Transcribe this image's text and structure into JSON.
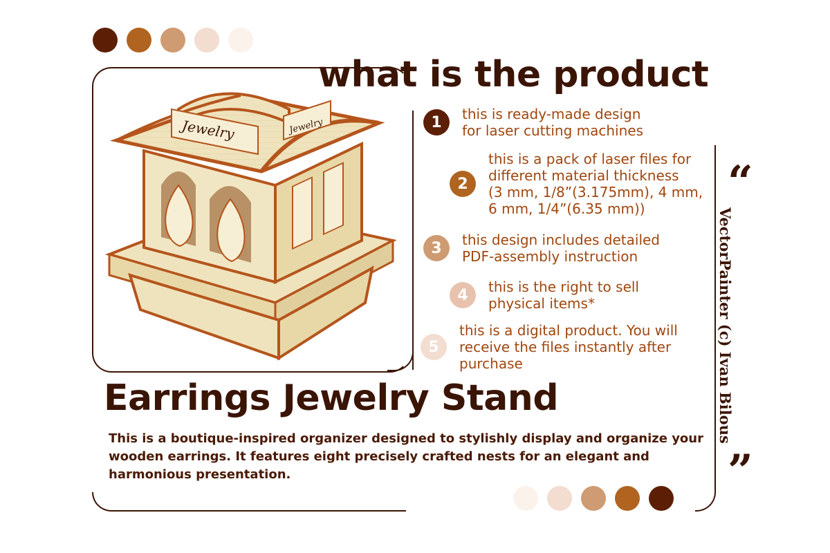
{
  "palette_top": [
    "#5c1f06",
    "#b0641f",
    "#cf9b72",
    "#f2ddd0",
    "#fbf2ec"
  ],
  "palette_bottom": [
    "#fbf2ec",
    "#f2ddd0",
    "#cf9b72",
    "#b0641f",
    "#5c1f06"
  ],
  "heading": "what is the product",
  "product": {
    "image_label": "Jewelry",
    "image_label_side": "Jewelry"
  },
  "features": [
    {
      "num": "1",
      "color": "#5c1f06",
      "text": "this is ready-made design\nfor laser cutting machines"
    },
    {
      "num": "2",
      "color": "#b0641f",
      "text": "this is a pack of laser files for\ndifferent material thickness\n(3 mm, 1/8”(3.175mm), 4 mm,\n6 mm, 1/4”(6.35 mm))"
    },
    {
      "num": "3",
      "color": "#cf9b72",
      "text": "this design includes detailed\nPDF-assembly instruction"
    },
    {
      "num": "4",
      "color": "#e8c2ad",
      "text": "this is the right to sell\nphysical items*"
    },
    {
      "num": "5",
      "color": "#f2ddd0",
      "text": "this is a digital product. You will\nreceive the files instantly after\npurchase"
    }
  ],
  "product_title": "Earrings Jewelry Stand",
  "description": "This is a boutique-inspired organizer designed to stylishly display and organize your wooden earrings. It features eight precisely crafted nests for an elegant and harmonious presentation.",
  "credit": "VectorPainter (c) Ivan Bilous",
  "quote_open": "“",
  "quote_close": "”"
}
